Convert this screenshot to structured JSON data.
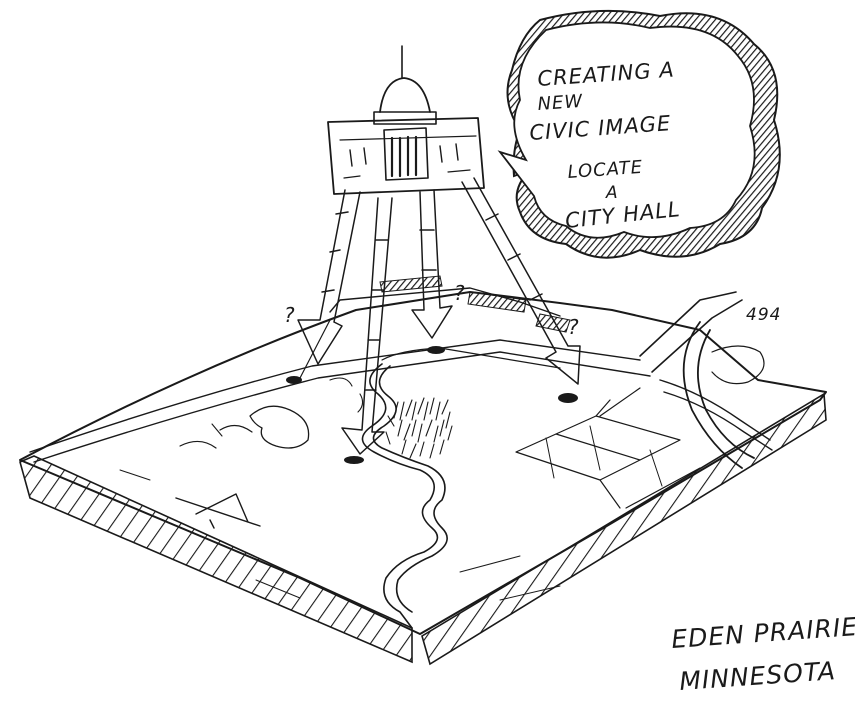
{
  "bubble": {
    "line1": "CREATING A",
    "line2": "NEW",
    "line3": "CIVIC IMAGE",
    "line4": "LOCATE",
    "line5": "A",
    "line6": "CITY HALL"
  },
  "highway_label": "494",
  "question_mark": "?",
  "caption": {
    "line1": "EDEN PRAIRIE,",
    "line2": "MINNESOTA"
  },
  "colors": {
    "ink": "#1a1a1a",
    "paper": "#ffffff"
  }
}
